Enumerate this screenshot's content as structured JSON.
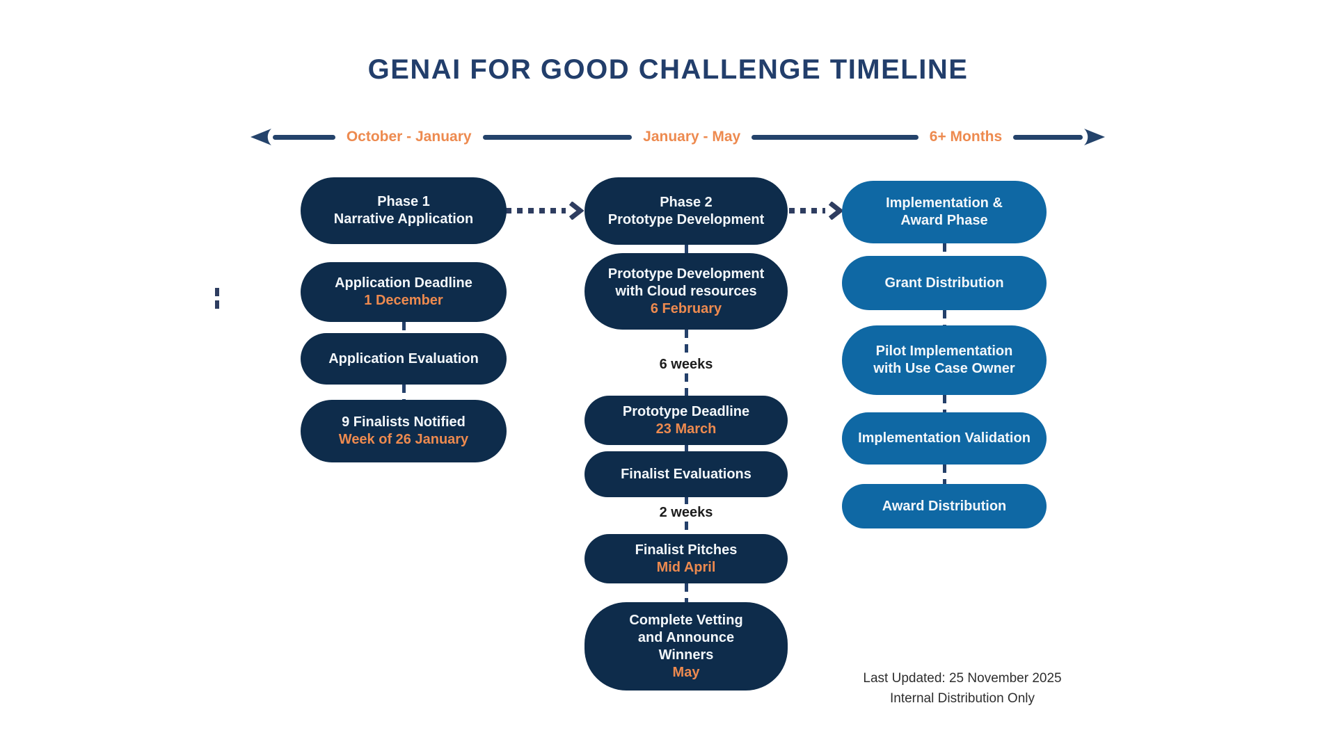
{
  "title": "GENAI FOR GOOD CHALLENGE TIMELINE",
  "timeline": {
    "labels": [
      "October - January",
      "January - May",
      "6+ Months"
    ]
  },
  "columns": [
    {
      "name": "Phase 1",
      "period": "October - January",
      "items": [
        {
          "lines": [
            "Phase 1",
            "Narrative Application"
          ]
        },
        {
          "lines": [
            "Application Deadline",
            "1 December"
          ]
        },
        {
          "lines": [
            "Application Evaluation"
          ]
        },
        {
          "lines": [
            "9 Finalists Notified",
            "Week of 26 January"
          ]
        }
      ]
    },
    {
      "name": "Phase 2",
      "period": "January - May",
      "gap_labels": [
        "6 weeks",
        "2 weeks"
      ],
      "items": [
        {
          "lines": [
            "Phase 2",
            "Prototype Development"
          ]
        },
        {
          "lines": [
            "Prototype Development",
            "with Cloud resources",
            "6 February"
          ]
        },
        {
          "lines": [
            "Prototype Deadline",
            "23 March"
          ]
        },
        {
          "lines": [
            "Finalist Evaluations"
          ]
        },
        {
          "lines": [
            "Finalist Pitches",
            "Mid April"
          ]
        },
        {
          "lines": [
            "Complete Vetting",
            "and Announce",
            "Winners",
            "May"
          ]
        }
      ]
    },
    {
      "name": "Implementation",
      "period": "6+ Months",
      "items": [
        {
          "lines": [
            "Implementation &",
            "Award Phase"
          ]
        },
        {
          "lines": [
            "Grant Distribution"
          ]
        },
        {
          "lines": [
            "Pilot Implementation",
            "with Use Case Owner"
          ]
        },
        {
          "lines": [
            "Implementation Validation"
          ]
        },
        {
          "lines": [
            "Award Distribution"
          ]
        }
      ]
    }
  ],
  "footer": {
    "line1": "Last Updated: 25 November 2025",
    "line2": "Internal Distribution Only"
  },
  "colors": {
    "title_navy": "#223e6b",
    "dark_pill_navy": "#0e2c4b",
    "light_pill_blue": "#0f68a4",
    "accent_orange": "#ed8a4f",
    "line_navy": "#24436b"
  }
}
